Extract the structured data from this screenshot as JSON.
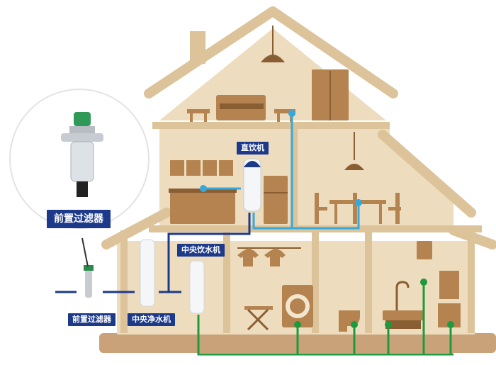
{
  "labels": {
    "prefilter_bubble": "前置过滤器",
    "prefilter": "前置过滤器",
    "central_purifier": "中央净水机",
    "central_drinking": "中央饮水机",
    "direct_drinking": "直饮机"
  },
  "colors": {
    "wall": "#e9d9b9",
    "wall_edge": "#c9a87a",
    "furniture": "#b5834f",
    "furniture_dark": "#8a5e33",
    "ground": "#c9a27a",
    "pipe_green": "#1e9a3e",
    "pipe_blue": "#35a9dc",
    "pipe_navy": "#1d3a8a",
    "label_bg": "#1d3a8a"
  }
}
